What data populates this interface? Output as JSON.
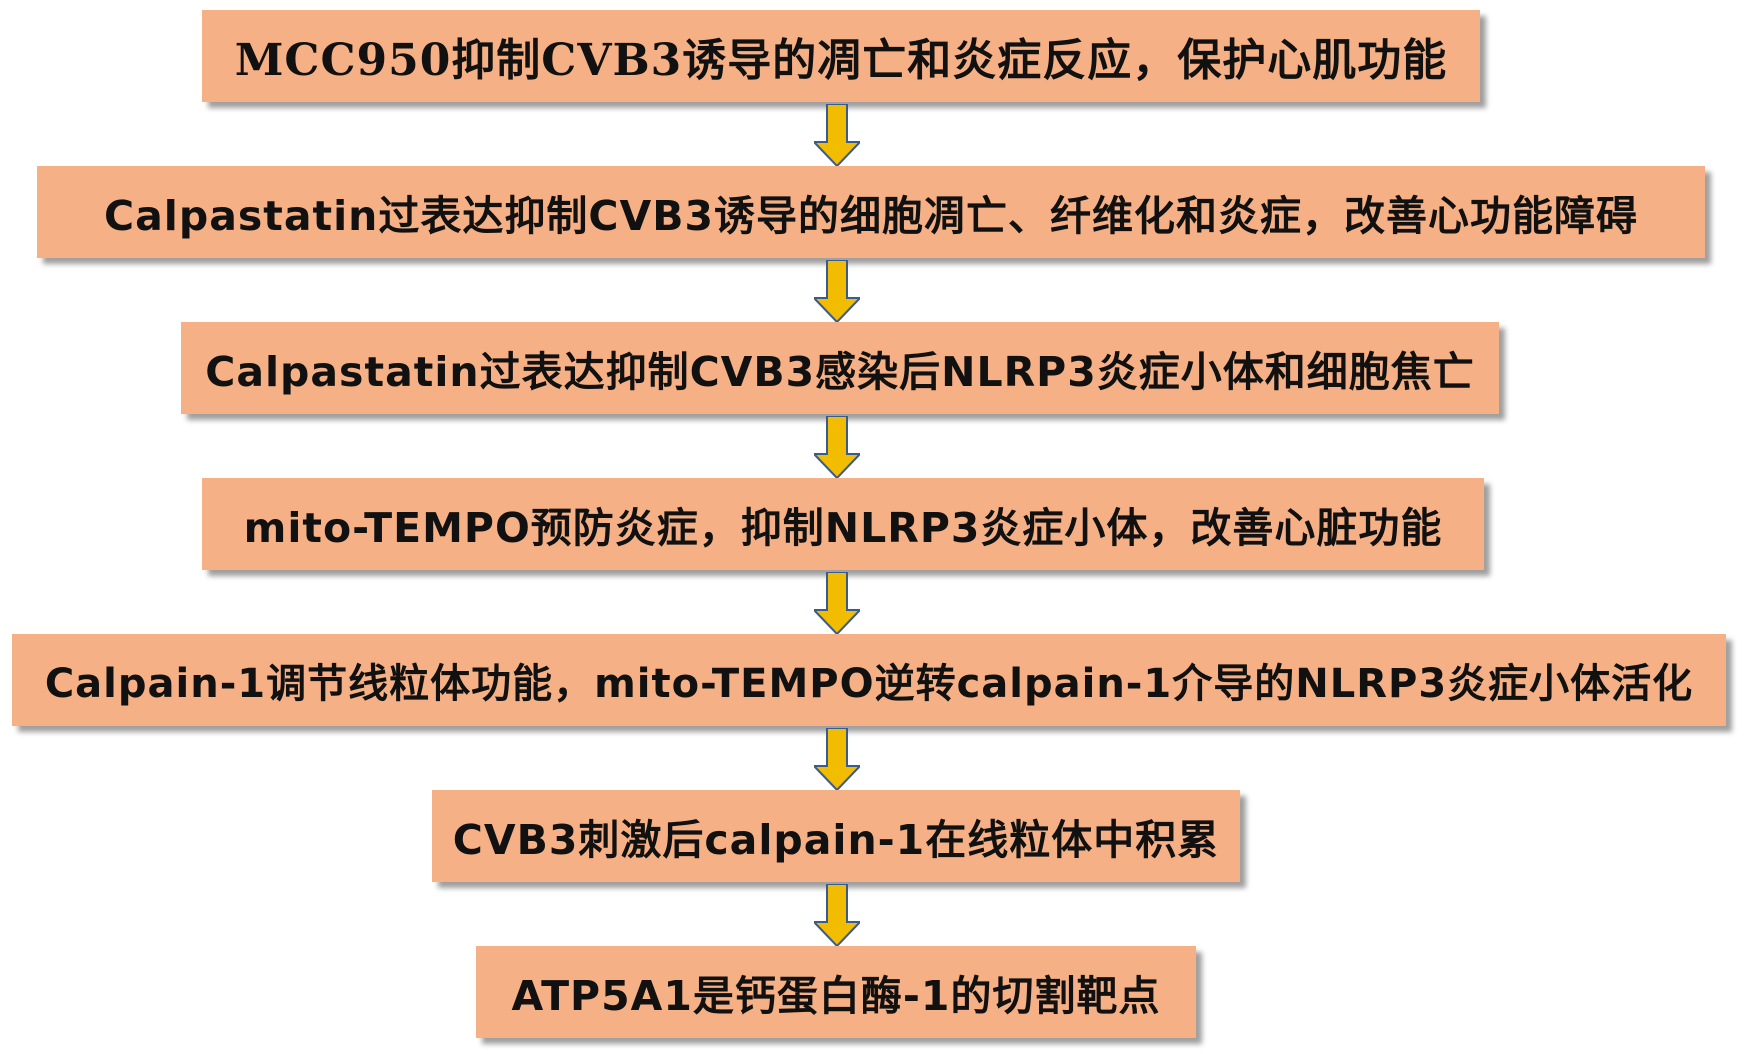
{
  "flow": {
    "steps": [
      {
        "id": "step1",
        "text": "MCC950抑制CVB3诱导的凋亡和炎症反应，保护心肌功能"
      },
      {
        "id": "step2",
        "text": "Calpastatin过表达抑制CVB3诱导的细胞凋亡、纤维化和炎症，改善心功能障碍"
      },
      {
        "id": "step3",
        "text": "Calpastatin过表达抑制CVB3感染后NLRP3炎症小体和细胞焦亡"
      },
      {
        "id": "step4",
        "text": "mito-TEMPO预防炎症，抑制NLRP3炎症小体，改善心脏功能"
      },
      {
        "id": "step5",
        "text": "Calpain-1调节线粒体功能，mito-TEMPO逆转calpain-1介导的NLRP3炎症小体活化"
      },
      {
        "id": "step6",
        "text": "CVB3刺激后calpain-1在线粒体中积累"
      },
      {
        "id": "step7",
        "text": "ATP5A1是钙蛋白酶-1的切割靶点"
      }
    ]
  },
  "colors": {
    "box_fill": "#f5b085",
    "arrow_fill": "#f2bd00",
    "arrow_stroke": "#3b5b8a"
  }
}
